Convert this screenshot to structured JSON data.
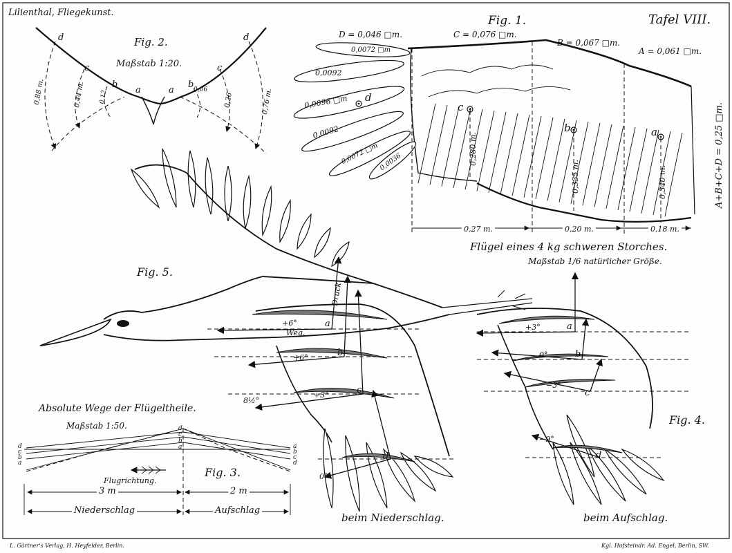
{
  "header": {
    "source": "Lilienthal, Fliegekunst.",
    "plate": "Tafel VIII."
  },
  "fig1": {
    "label": "Fig. 1.",
    "area_D": "D = 0,046 □m.",
    "area_C": "C = 0,076 □m.",
    "area_B": "B = 0,067 □m.",
    "area_A": "A = 0,061 □m.",
    "primaries": [
      "0,0072 □m",
      "0,0092",
      "0,0096 □m",
      "0,0092",
      "0,0072 □m",
      "0,0036"
    ],
    "sum": "A+B+C+D = 0,25 □m.",
    "width_c": "0,280 m.",
    "width_b": "0,335 m.",
    "width_a": "0,340 m.",
    "span_1": "0,27 m.",
    "span_2": "0,20 m.",
    "span_3": "0,18 m.",
    "point_c": "c",
    "point_b": "b",
    "point_a": "a",
    "point_d": "d",
    "caption": "Flügel eines 4 kg schweren Storches.",
    "scale": "Maßstab 1/6 natürlicher Größe."
  },
  "fig2": {
    "label": "Fig. 2.",
    "scale": "Maßstab 1:20.",
    "dim_d": "0,88 m.",
    "dim_c": "0,44 m.",
    "dim_b": "0,12",
    "dim_a": "0,06",
    "dim_c_right": "0,26",
    "dim_d_right": "0,76 m.",
    "points_left": [
      "d",
      "c",
      "b",
      "a"
    ],
    "points_right": [
      "a",
      "b",
      "c",
      "d"
    ]
  },
  "fig3": {
    "title": "Absolute Wege der Flügeltheile.",
    "scale": "Maßstab 1:50.",
    "label": "Fig. 3.",
    "direction": "Flugrichtung.",
    "dist_down": "3 m",
    "dist_up": "2 m",
    "phase_down": "Niederschlag",
    "phase_up": "Aufschlag",
    "left_points": [
      "a",
      "b",
      "c",
      "d"
    ],
    "mid_points": [
      "d",
      "c",
      "b",
      "a"
    ],
    "right_points": [
      "a",
      "b",
      "c",
      "d"
    ]
  },
  "fig4": {
    "label": "Fig. 4.",
    "angle_a": "+3°",
    "angle_b": "0°",
    "angle_c": "−3°",
    "angle_d": "−9°",
    "points": [
      "a",
      "b",
      "c",
      "d"
    ],
    "caption": "beim Aufschlag."
  },
  "fig5": {
    "label": "Fig. 5.",
    "druck": "Druck",
    "weg": "Weg.",
    "angle_a": "+6°",
    "angle_b": "+6°",
    "angle_c": "+3°",
    "angle_side": "8½°",
    "angle_d": "0°",
    "points": [
      "a",
      "b",
      "c",
      "d"
    ],
    "caption": "beim Niederschlag."
  },
  "footer": {
    "publisher": "L. Gärtner's Verlag, H. Heyfelder, Berlin.",
    "printer": "Kgl. Hofsteindr. Ad. Engel, Berlin, SW."
  }
}
